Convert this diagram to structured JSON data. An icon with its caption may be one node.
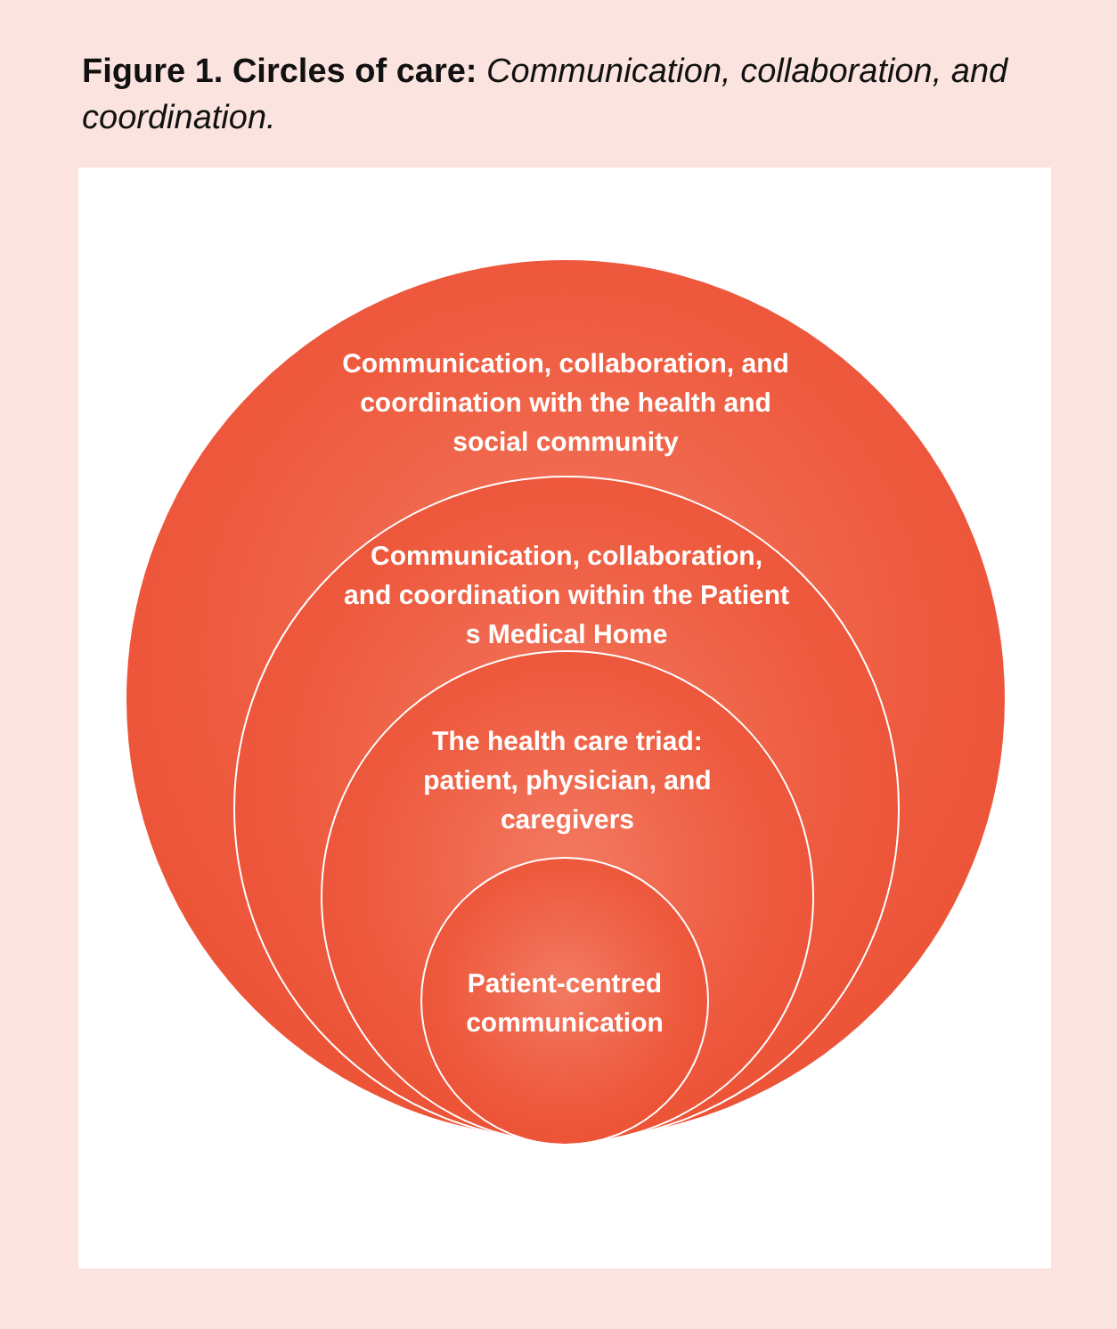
{
  "diagram": {
    "title": "**Figure 1. Circles of care:** *Communication, collaboration, and coordination.*",
    "nodes": [
      {
        "text": [
          "Communication, collaboration, and coordination with the health and social community"
        ]
      },
      {
        "text": [
          "Communication, collaboration, and coordination within the Patient s Medical Home"
        ],
        "in": 0
      },
      {
        "text": [
          "The health care triad: patient, physician, and caregivers"
        ],
        "in": 1
      },
      {
        "text": [
          "Patient-centred communication"
        ],
        "in": 2
      }
    ],
    "edges": []
  }
}
